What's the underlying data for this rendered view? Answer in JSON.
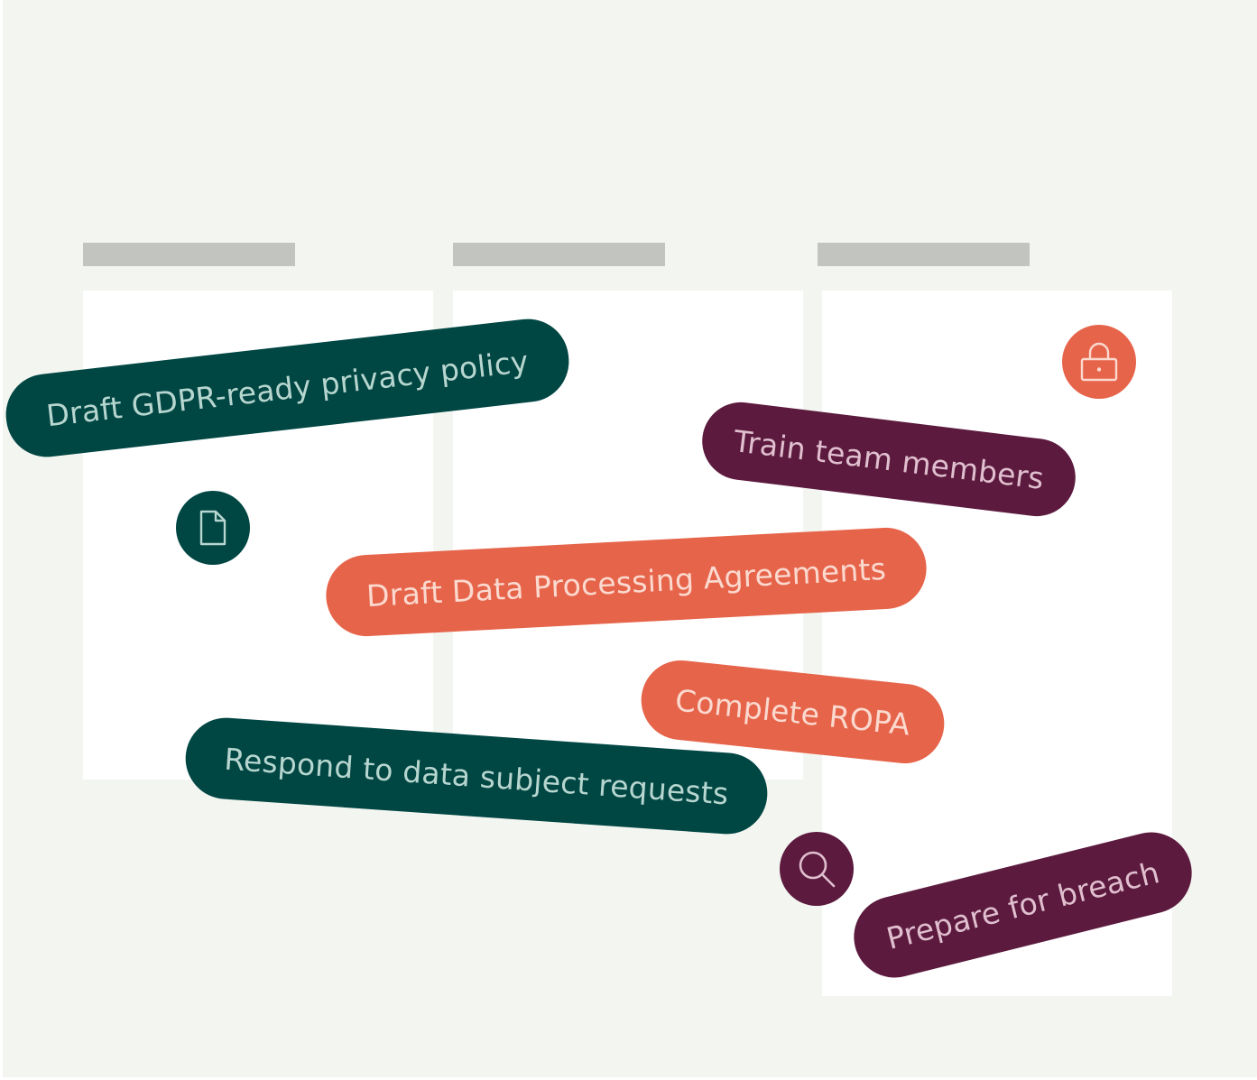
{
  "colors": {
    "background": "#f3f5f0",
    "column": "#ffffff",
    "header_bar": "#c2c4bf",
    "teal": "#004643",
    "plum": "#5c1a3e",
    "coral": "#e6644a"
  },
  "tasks": [
    {
      "label": "Draft GDPR-ready privacy policy",
      "color": "teal"
    },
    {
      "label": "Train team members",
      "color": "plum"
    },
    {
      "label": "Draft Data Processing Agreements",
      "color": "coral"
    },
    {
      "label": "Complete ROPA",
      "color": "coral"
    },
    {
      "label": "Respond to data subject requests",
      "color": "teal"
    },
    {
      "label": "Prepare for breach",
      "color": "plum"
    }
  ],
  "icons": [
    {
      "name": "document-icon",
      "color": "teal"
    },
    {
      "name": "lock-icon",
      "color": "coral"
    },
    {
      "name": "search-icon",
      "color": "plum"
    }
  ]
}
